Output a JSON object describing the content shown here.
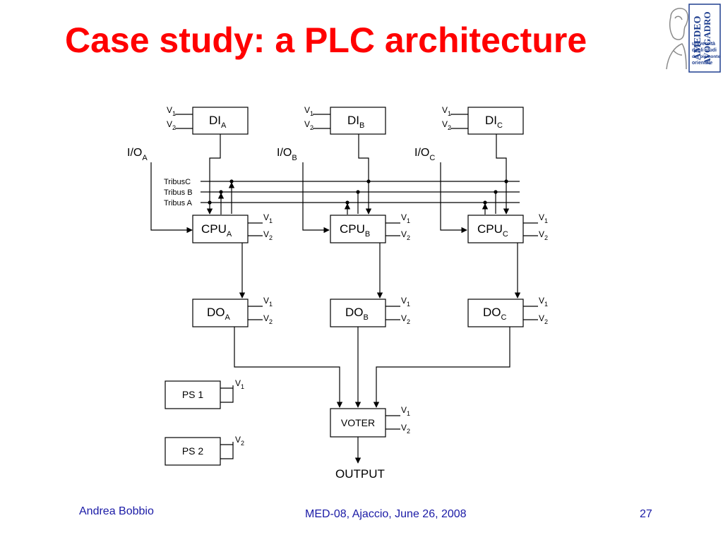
{
  "slide": {
    "title": "Case study: a PLC architecture",
    "footer_author": "Andrea Bobbio",
    "footer_event": "MED-08, Ajaccio, June 26, 2008",
    "slide_number": "27",
    "title_color": "#ff0000",
    "footer_color": "#1a1aa6"
  },
  "logo": {
    "name_line1": "AMEDEO",
    "name_line2": "AVOGADRO",
    "tagline": [
      "università",
      "degli studi",
      "del piemonte",
      "orientale"
    ],
    "color": "#1f3f8f"
  },
  "diagram": {
    "channels": [
      {
        "di_main": "DI",
        "di_sub": "A",
        "io_main": "I/O",
        "io_sub": "A",
        "cpu_main": "CPU",
        "cpu_sub": "A",
        "do_main": "DO",
        "do_sub": "A"
      },
      {
        "di_main": "DI",
        "di_sub": "B",
        "io_main": "I/O",
        "io_sub": "B",
        "cpu_main": "CPU",
        "cpu_sub": "B",
        "do_main": "DO",
        "do_sub": "B"
      },
      {
        "di_main": "DI",
        "di_sub": "C",
        "io_main": "I/O",
        "io_sub": "C",
        "cpu_main": "CPU",
        "cpu_sub": "C",
        "do_main": "DO",
        "do_sub": "C"
      }
    ],
    "voltage_main": "V",
    "voltage_sub_1": "1",
    "voltage_sub_2": "2",
    "tribus_labels": [
      "TribusC",
      "Tribus B",
      "Tribus A"
    ],
    "ps1_label": "PS 1",
    "ps2_label": "PS 2",
    "voter_label": "VOTER",
    "output_label": "OUTPUT"
  }
}
